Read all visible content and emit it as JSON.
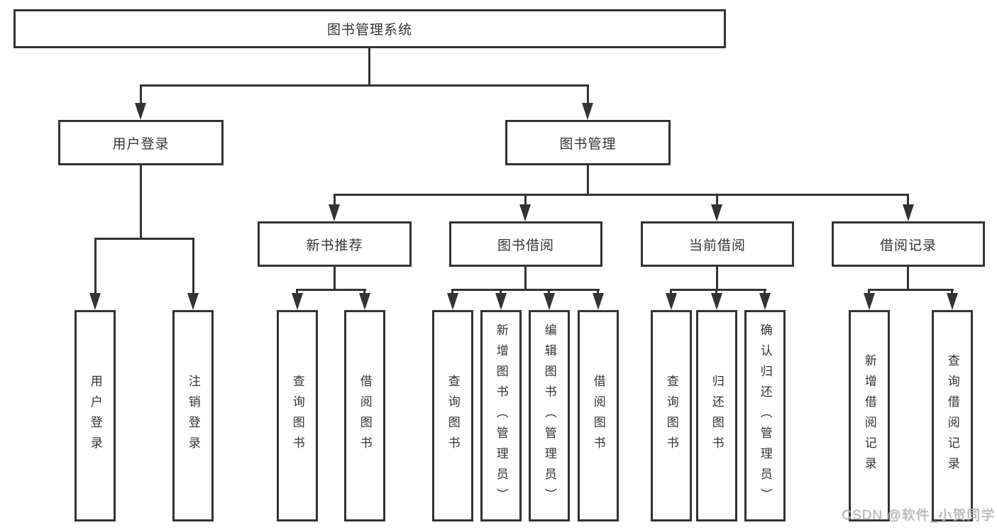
{
  "diagram": {
    "root": {
      "label": "图书管理系统"
    },
    "level1": [
      {
        "label": "用户登录"
      },
      {
        "label": "图书管理"
      }
    ],
    "level2": [
      {
        "label": "新书推荐"
      },
      {
        "label": "图书借阅"
      },
      {
        "label": "当前借阅"
      },
      {
        "label": "借阅记录"
      }
    ],
    "leaves": {
      "user_login": [
        {
          "label": "用户登录"
        },
        {
          "label": "注销登录"
        }
      ],
      "new_book_recommend": [
        {
          "label": "查询图书"
        },
        {
          "label": "借阅图书"
        }
      ],
      "book_borrowing": [
        {
          "label": "查询图书"
        },
        {
          "label": "新增图书（管理员）"
        },
        {
          "label": "编辑图书（管理员）"
        },
        {
          "label": "借阅图书"
        }
      ],
      "current_borrowing": [
        {
          "label": "查询图书"
        },
        {
          "label": "归还图书"
        },
        {
          "label": "确认归还（管理员）"
        }
      ],
      "borrowing_records": [
        {
          "label": "新增借阅记录"
        },
        {
          "label": "查询借阅记录"
        }
      ]
    },
    "watermark": "CSDN @软件_小贺同学",
    "colors": {
      "line": "#333333",
      "text": "#333333",
      "background": "#ffffff",
      "watermark": "#b8b8b8"
    }
  }
}
